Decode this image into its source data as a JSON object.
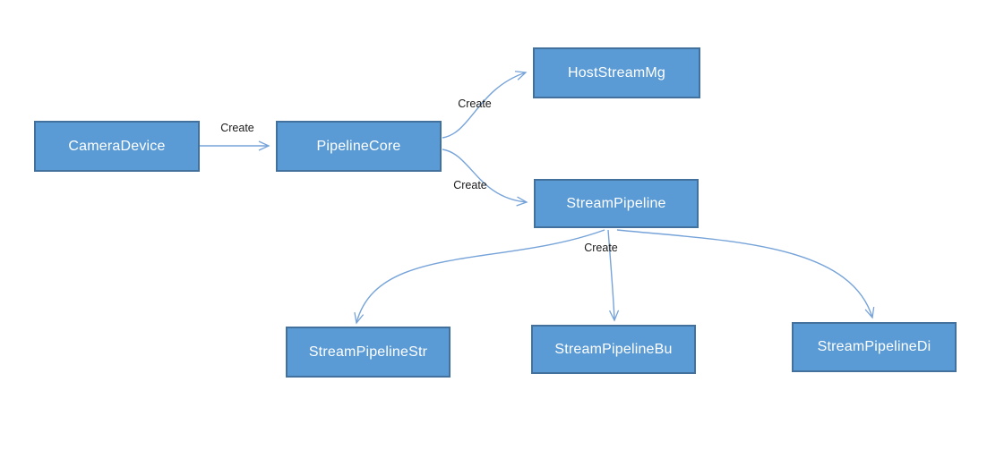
{
  "diagram": {
    "type": "flowchart",
    "colors": {
      "canvas_background": "#ffffff",
      "node_fill": "#5b9bd5",
      "node_border": "#41719c",
      "node_text": "#ffffff",
      "edge": "#76a3d9",
      "edge_label_text": "#1a1a1a"
    },
    "nodes": [
      {
        "id": "camera-device",
        "label": "CameraDevice"
      },
      {
        "id": "pipeline-core",
        "label": "PipelineCore"
      },
      {
        "id": "host-stream-mg",
        "label": "HostStreamMg"
      },
      {
        "id": "stream-pipeline",
        "label": "StreamPipeline"
      },
      {
        "id": "stream-pipeline-str",
        "label": "StreamPipelineStr"
      },
      {
        "id": "stream-pipeline-bu",
        "label": "StreamPipelineBu"
      },
      {
        "id": "stream-pipeline-di",
        "label": "StreamPipelineDi"
      }
    ],
    "edges": [
      {
        "from": "CameraDevice",
        "to": "PipelineCore",
        "label": "Create"
      },
      {
        "from": "PipelineCore",
        "to": "HostStreamMg",
        "label": "Create"
      },
      {
        "from": "PipelineCore",
        "to": "StreamPipeline",
        "label": "Create"
      },
      {
        "from": "StreamPipeline",
        "to": "StreamPipelineStr"
      },
      {
        "from": "StreamPipeline",
        "to": "StreamPipelineBu",
        "label": "Create"
      },
      {
        "from": "StreamPipeline",
        "to": "StreamPipelineDi"
      }
    ]
  }
}
